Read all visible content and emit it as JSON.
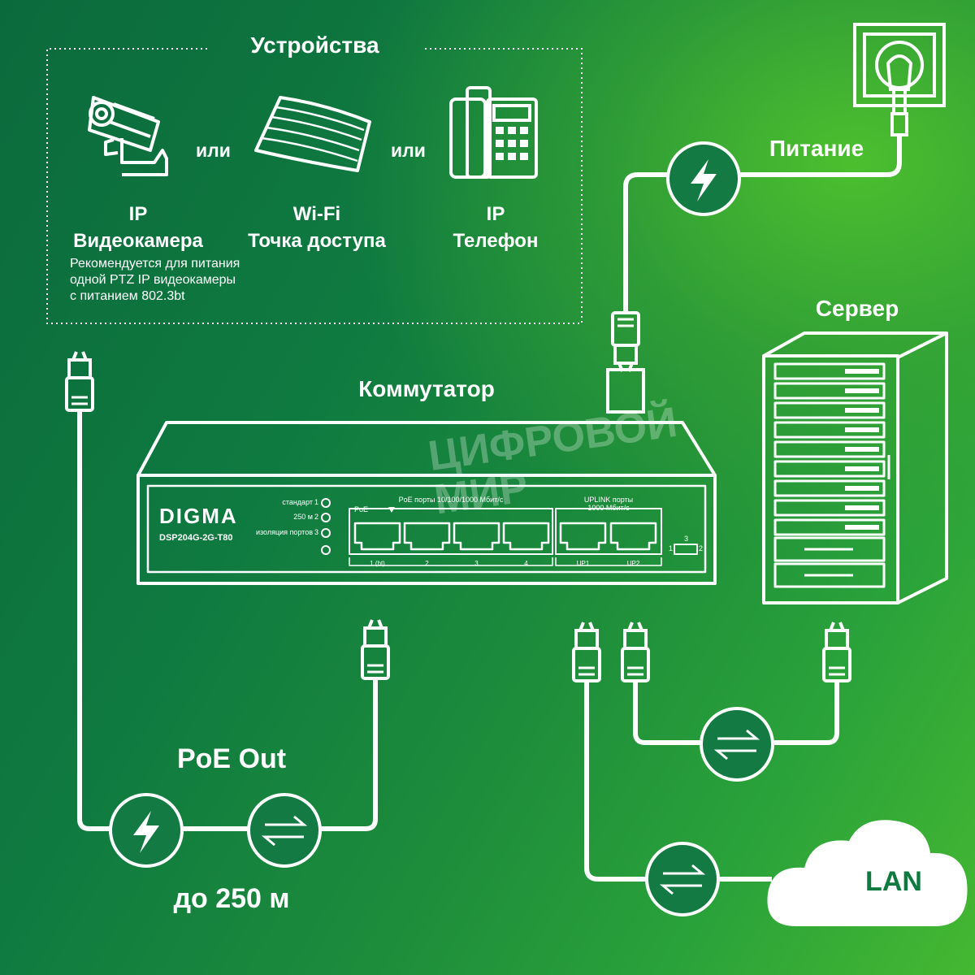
{
  "devices": {
    "title": "Устройства",
    "or": [
      "или",
      "или"
    ],
    "camera": {
      "line1": "IP",
      "line2": "Видеокамера",
      "note": [
        "Рекомендуется для питания",
        "одной PTZ IP видеокамеры",
        "с питанием 802.3bt"
      ]
    },
    "ap": {
      "line1": "Wi-Fi",
      "line2": "Точка доступа"
    },
    "phone": {
      "line1": "IP",
      "line2": "Телефон"
    }
  },
  "power_label": "Питание",
  "server_label": "Сервер",
  "switch": {
    "label": "Коммутатор",
    "brand": "DIGMA",
    "model": "DSP204G-2G-T80",
    "leds": [
      "стандарт",
      "250 м",
      "изоляция портов"
    ],
    "led_nums": [
      "1",
      "2",
      "3"
    ],
    "poe_group": "PoE порты 10/100/1000 Мбит/с",
    "poe_tag": "PoE",
    "uplink_group": [
      "UPLINK порты",
      "1000 Мбит/с"
    ],
    "ports": [
      "1 (bt)",
      "2",
      "3",
      "4",
      "UP1",
      "UP2"
    ],
    "dip": [
      "1",
      "3",
      "2"
    ]
  },
  "watermark": [
    "ЦИФРОВОЙ",
    "МИР"
  ],
  "poe_out": "PoE Out",
  "distance": "до 250 м",
  "lan": "LAN",
  "icons": [
    "ip-camera-icon",
    "access-point-icon",
    "ip-phone-icon",
    "power-socket-icon",
    "lightning-icon",
    "data-transfer-icon",
    "server-rack-icon",
    "rj45-plug-icon",
    "cloud-icon"
  ],
  "colors": {
    "bg_dark": "#0b6a3c",
    "bg_light": "#4cbf2e",
    "line": "#ffffff",
    "circle_fill": "#127a42"
  }
}
